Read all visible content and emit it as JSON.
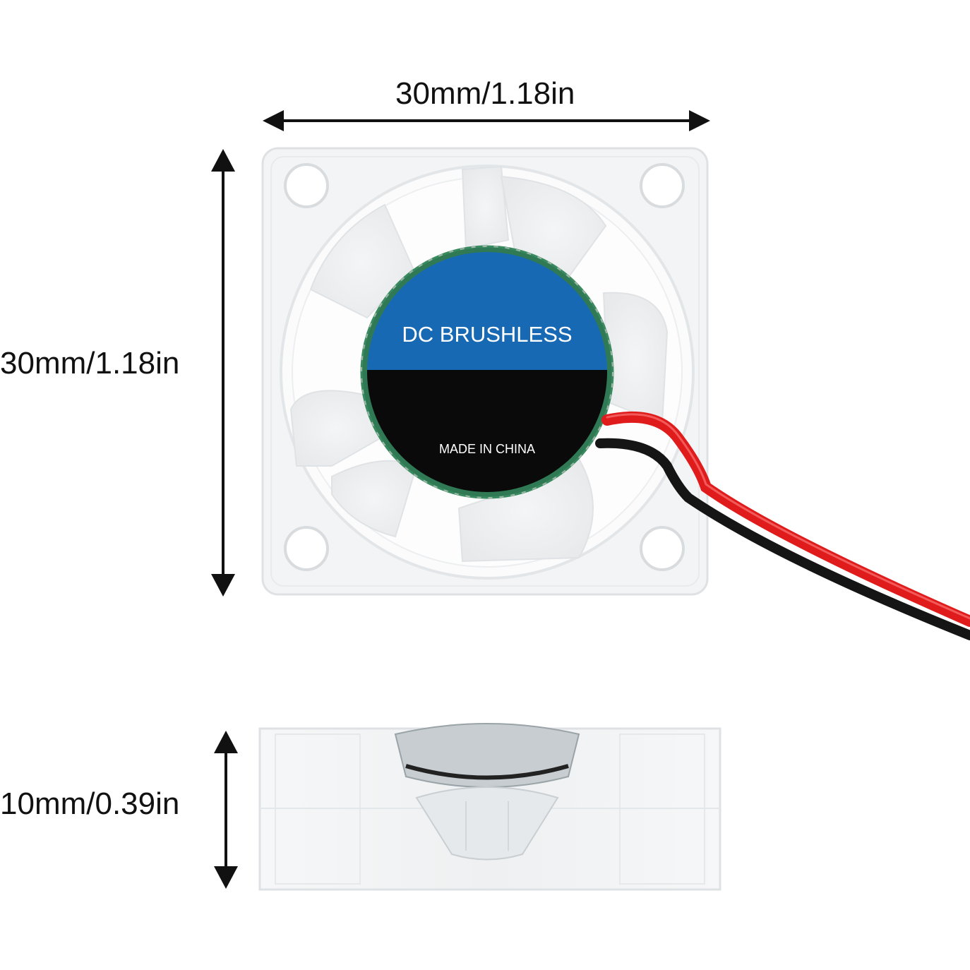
{
  "dimensions": {
    "width": "30mm/1.18in",
    "height": "30mm/1.18in",
    "thickness": "10mm/0.39in"
  },
  "label": {
    "top_text": "DC BRUSHLESS",
    "bottom_text": "MADE IN CHINA"
  },
  "colors": {
    "label_blue": "#1769b3",
    "label_black": "#0a0a0a",
    "pcb_green": "#2f7a55",
    "wire_red": "#e01b1b",
    "wire_black": "#151515",
    "frame": "#f1f3f4",
    "arrow": "#111111"
  },
  "icons": [
    "dimension-arrow-horizontal",
    "dimension-arrow-vertical"
  ]
}
